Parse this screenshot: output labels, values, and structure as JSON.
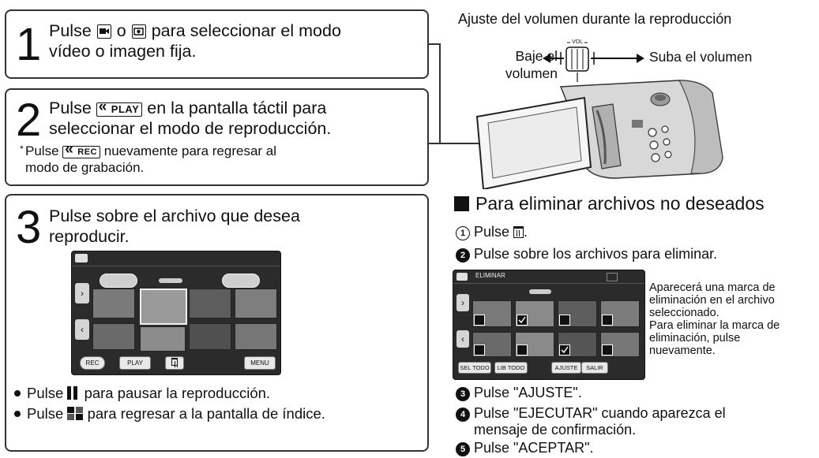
{
  "step1": {
    "number": "1",
    "line1_a": "Pulse",
    "line1_b": "o",
    "line1_c": "para seleccionar el modo",
    "line2": "vídeo o imagen fija.",
    "video_icon": "video-mode-icon",
    "still_icon": "still-image-mode-icon"
  },
  "step2": {
    "number": "2",
    "line1_a": "Pulse",
    "play_key": "PLAY",
    "line1_b": "en la pantalla táctil para",
    "line2": "seleccionar el modo de reproducción.",
    "note_a": "Pulse",
    "rec_key": "REC",
    "note_b": "nuevamente para regresar al",
    "note_line2": "modo de grabación."
  },
  "step3": {
    "number": "3",
    "line1": "Pulse sobre el archivo que desea",
    "line2": "reproducir.",
    "screen": {
      "rec_button": "REC",
      "play_button": "PLAY",
      "menu_button": "MENU"
    },
    "bullet1_a": "Pulse",
    "bullet1_b": "para pausar la reproducción.",
    "bullet2_a": "Pulse",
    "bullet2_b": "para regresar a la pantalla de índice."
  },
  "volume": {
    "title": "Ajuste del volumen durante la reproducción",
    "down_line1": "Baje el",
    "down_line2": "volumen",
    "up": "Suba el volumen",
    "lever_label": "VOL"
  },
  "delete": {
    "heading": "Para eliminar archivos no deseados",
    "steps": [
      {
        "num": "1",
        "text_a": "Pulse",
        "text_b": "."
      },
      {
        "num": "2",
        "text": "Pulse sobre los archivos para eliminar."
      },
      {
        "num": "3",
        "text": "Pulse \"AJUSTE\"."
      },
      {
        "num": "4",
        "text": "Pulse \"EJECUTAR\" cuando aparezca el",
        "text2": "mensaje de confirmación."
      },
      {
        "num": "5",
        "text": "Pulse \"ACEPTAR\"."
      }
    ],
    "screen": {
      "title": "ELIMINAR",
      "sel_all": "SEL TODO",
      "lib_all": "LIB TODO",
      "set": "AJUSTE",
      "exit": "SALIR"
    },
    "note_lines": [
      "Aparecerá una marca de",
      "eliminación en el archivo",
      "seleccionado.",
      "Para eliminar la marca de",
      "eliminación, pulse",
      "nuevamente."
    ]
  },
  "colors": {
    "ink": "#1a1a1a",
    "screen": "#2b2b2b"
  }
}
